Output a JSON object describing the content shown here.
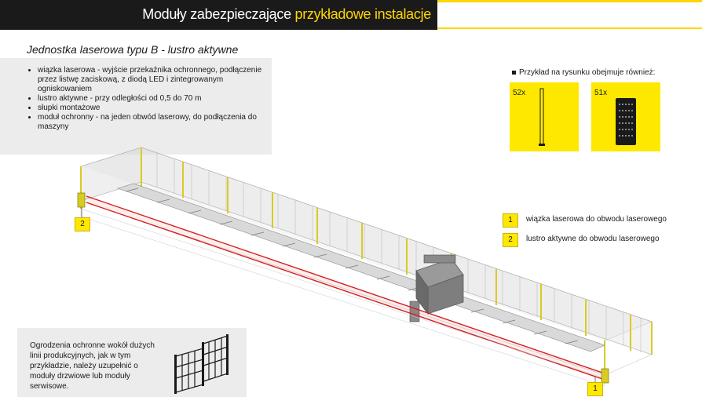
{
  "header": {
    "title_main": "Moduły zabezpieczające",
    "title_highlight": "przykładowe instalacje"
  },
  "subtitle": "Jednostka laserowa typu B - lustro aktywne",
  "specs": [
    "wiązka laserowa - wyjście przekaźnika ochronnego, podłączenie przez listwę zaciskową, z diodą LED i zintegrowanym ogniskowaniem",
    "lustro aktywne - przy odległości od 0,5 do 70 m",
    "słupki montażowe",
    "moduł ochronny - na jeden obwód laserowy, do podłączenia do maszyny"
  ],
  "example": {
    "label": "Przykład na rysunku obejmuje również:",
    "panels": [
      {
        "count": "52x",
        "icon": "post-icon"
      },
      {
        "count": "51x",
        "icon": "fence-panel-icon"
      }
    ]
  },
  "legend": [
    {
      "num": "1",
      "text": "wiązka laserowa do obwodu laserowego"
    },
    {
      "num": "2",
      "text": "lustro aktywne do obwodu laserowego"
    }
  ],
  "diagram_tags": {
    "start": "2",
    "end": "1"
  },
  "note": "Ogrodzenia ochronne wokół dużych linii produkcyjnych, jak w tym przykładzie, należy uzupełnić o moduły drzwiowe lub moduły serwisowe.",
  "colors": {
    "accent": "#ffe800",
    "header_bg": "#1a1a1a",
    "laser": "#d62020",
    "box_bg": "#ececec"
  }
}
